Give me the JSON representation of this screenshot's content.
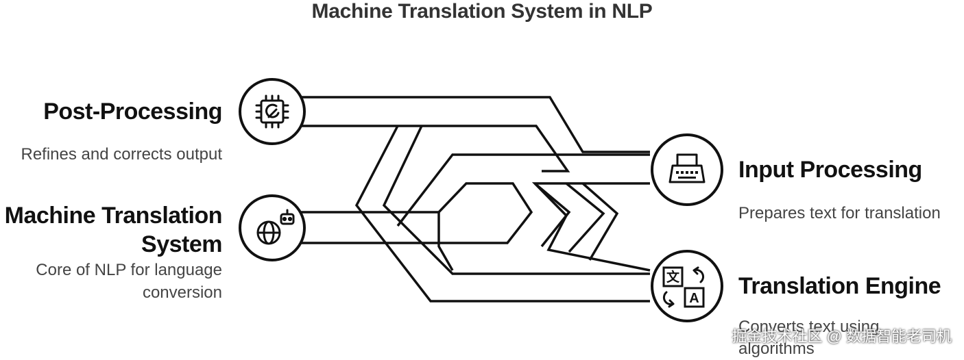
{
  "title": "Machine Translation System in NLP",
  "nodes": [
    {
      "id": "post-processing",
      "title": "Post-Processing",
      "description": "Refines and corrects output",
      "icon": "processor-chip-icon"
    },
    {
      "id": "machine-translation-system",
      "title_line1": "Machine Translation",
      "title_line2": "System",
      "description_line1": "Core of NLP for language",
      "description_line2": "conversion",
      "icon": "globe-robot-icon"
    },
    {
      "id": "input-processing",
      "title": "Input Processing",
      "description": "Prepares text for translation",
      "icon": "typewriter-icon"
    },
    {
      "id": "translation-engine",
      "title": "Translation Engine",
      "description_line1": "Converts text using",
      "description_line2": "algorithms",
      "icon": "translate-icon"
    }
  ],
  "watermark": "掘金技术社区 @ 数据智能老司机",
  "colors": {
    "stroke": "#111111",
    "text": "#111111",
    "description": "#444444"
  }
}
